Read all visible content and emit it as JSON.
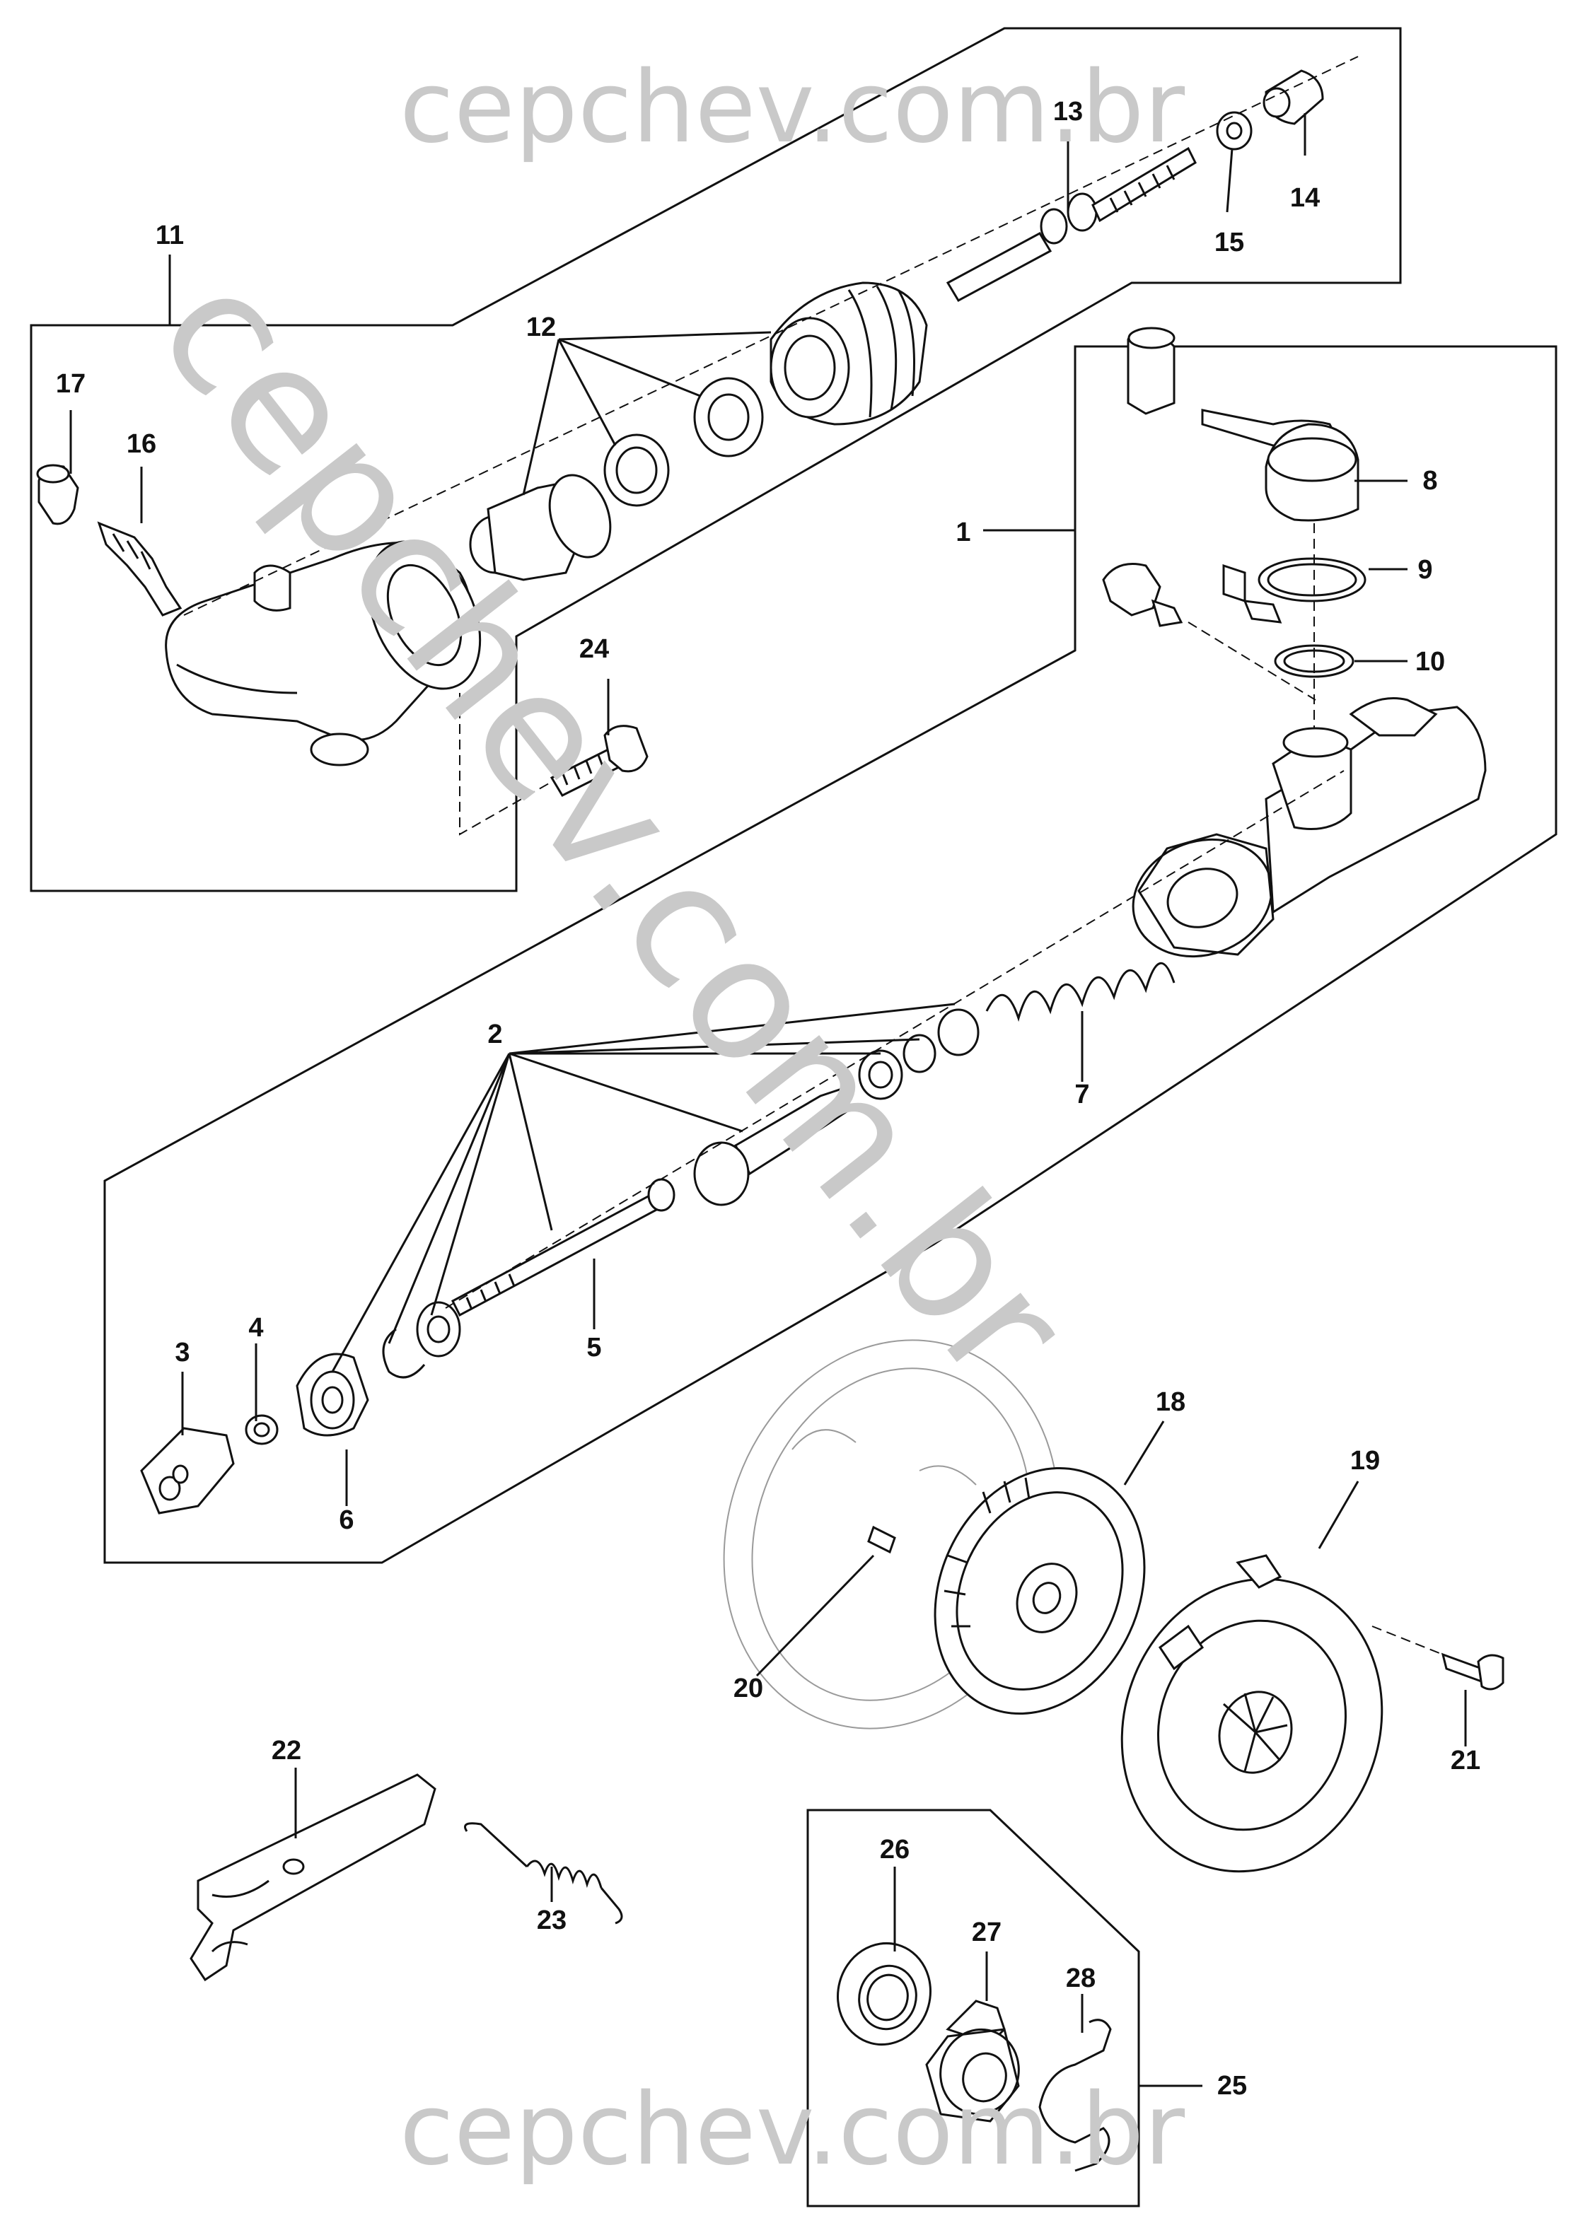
{
  "watermark": {
    "top": "cepchev.com.br",
    "diagonal": "cepchev.com.br",
    "bottom": "cepchev.com.br",
    "color": "#c9c9c9"
  },
  "callouts": {
    "c1": "1",
    "c2": "2",
    "c3": "3",
    "c4": "4",
    "c5": "5",
    "c6": "6",
    "c7": "7",
    "c8": "8",
    "c9": "9",
    "c10": "10",
    "c11": "11",
    "c12": "12",
    "c13": "13",
    "c14": "14",
    "c15": "15",
    "c16": "16",
    "c17": "17",
    "c18": "18",
    "c19": "19",
    "c20": "20",
    "c21": "21",
    "c22": "22",
    "c23": "23",
    "c24": "24",
    "c25": "25",
    "c26": "26",
    "c27": "27",
    "c28": "28"
  }
}
